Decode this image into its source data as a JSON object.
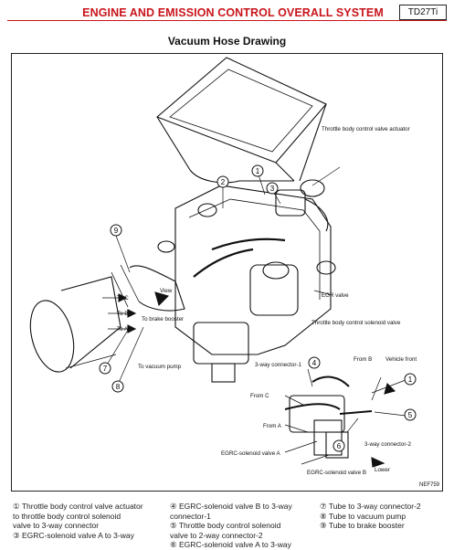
{
  "header": {
    "title": "ENGINE AND EMISSION CONTROL OVERALL SYSTEM",
    "code": "TD27Ti",
    "accent_color": "#c8151b"
  },
  "diagram": {
    "title": "Vacuum Hose Drawing",
    "figure_id": "NEF759",
    "numbers": [
      "1",
      "2",
      "3",
      "4",
      "5",
      "6",
      "7",
      "8",
      "9"
    ],
    "labels": {
      "tb_actuator": "Throttle body control valve actuator",
      "egr_valve": "EGR valve",
      "tb_solenoid": "Throttle body control solenoid valve",
      "view_a": "View",
      "to_c": "To C",
      "to_b": "To B",
      "to_a": "To A",
      "to_brake": "To brake booster",
      "to_pump": "To vacuum pump",
      "from_b": "From B",
      "vehicle_front": "Vehicle front",
      "conn1": "3-way connector-1",
      "from_c": "From C",
      "from_a": "From A",
      "conn2": "3-way connector-2",
      "egrc_a": "EGRC-solenoid valve A",
      "egrc_b": "EGRC-solenoid valve B",
      "lower": "Lower"
    }
  },
  "legend": {
    "col1": [
      "① Throttle body control valve actuator",
      "to throttle body control solenoid",
      "valve to 3-way connector",
      "③ EGRC-solenoid valve A to 3-way"
    ],
    "col2": [
      "④ EGRC-solenoid valve B to 3-way",
      "connector-1",
      "⑤ Throttle body control solenoid",
      "valve to 2-way connector-2",
      "⑥ EGRC-solenoid valve A to 3-way"
    ],
    "col3": [
      "⑦ Tube to 3-way connector-2",
      "⑧ Tube to vacuum pump",
      "⑨ Tube to brake booster"
    ]
  }
}
